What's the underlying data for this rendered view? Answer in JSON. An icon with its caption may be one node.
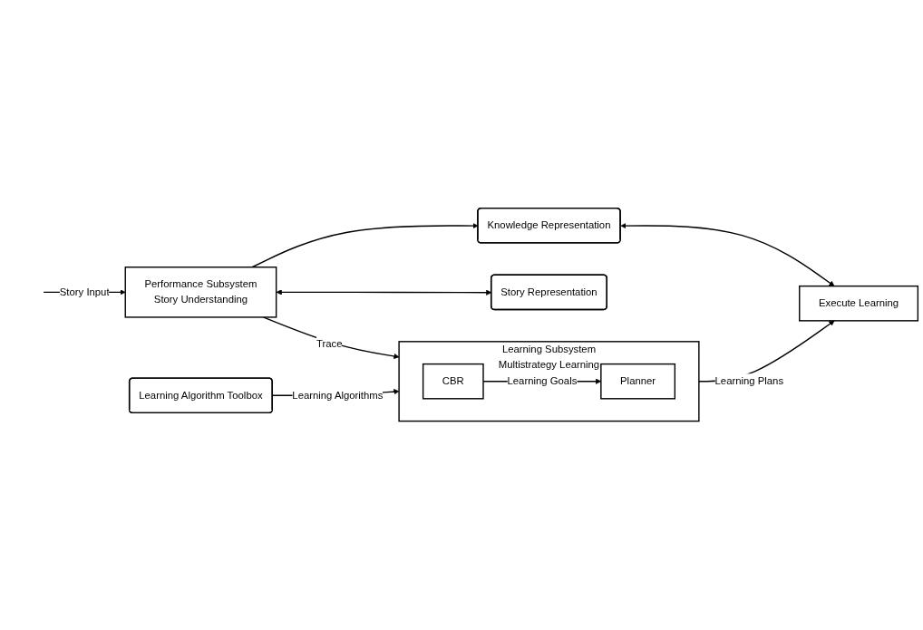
{
  "diagram": {
    "nodes": [
      {
        "text": [
          "Performance Subsystem",
          "Story Understanding"
        ]
      },
      {
        "text": [
          "Learning Subsystem",
          "Multistrategy Learning"
        ]
      },
      {
        "text": [
          "CBR"
        ],
        "in": 1
      },
      {
        "text": [
          "Planner"
        ],
        "in": 1
      },
      {
        "text": [
          "Story Representation"
        ]
      },
      {
        "text": [
          "Knowledge Representation"
        ]
      },
      {
        "text": [
          "Learning Algorithm Toolbox"
        ]
      },
      {
        "text": [
          "Execute Learning"
        ]
      }
    ],
    "edges": [
      {
        "from": null,
        "to": 0,
        "arrow": "to",
        "label": "Story Input"
      },
      {
        "from": 0,
        "to": 1,
        "arrow": "to",
        "label": "Trace"
      },
      {
        "from": 2,
        "to": 3,
        "arrow": "to",
        "label": "Learning Goals"
      },
      {
        "from": 0,
        "to": 4,
        "arrow": "both"
      },
      {
        "from": 0,
        "to": 5,
        "arrow": "to"
      },
      {
        "from": 6,
        "to": 1,
        "arrow": "to",
        "label": "Learning Algorithms"
      },
      {
        "from": 1,
        "to": 7,
        "arrow": "to",
        "label": "Learning Plans"
      },
      {
        "from": 5,
        "to": 7,
        "arrow": "both"
      }
    ]
  }
}
